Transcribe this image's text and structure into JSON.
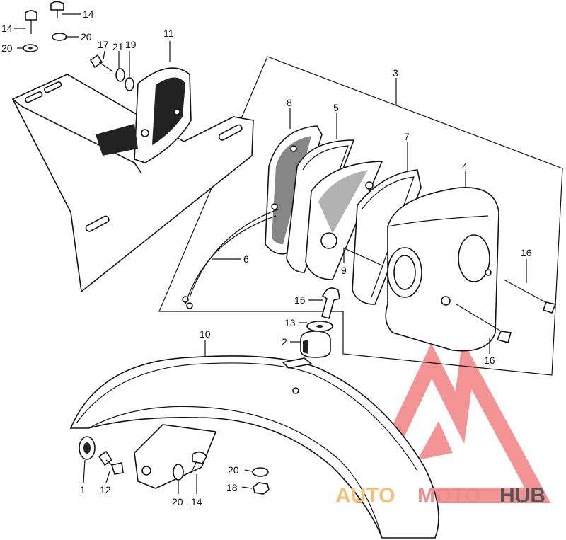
{
  "callouts": {
    "c1": "1",
    "c2": "2",
    "c3": "3",
    "c4": "4",
    "c5": "5",
    "c6": "6",
    "c7": "7",
    "c8": "8",
    "c9": "9",
    "c10": "10",
    "c11": "11",
    "c12": "12",
    "c13": "13",
    "c14_a": "14",
    "c14_b": "14",
    "c14_c": "14",
    "c15": "15",
    "c16_a": "16",
    "c16_b": "16",
    "c17": "17",
    "c18": "18",
    "c19": "19",
    "c20_a": "20",
    "c20_b": "20",
    "c20_c": "20",
    "c20_d": "20",
    "c21": "21"
  },
  "watermark": {
    "part1": "AUTO",
    "part2": "MOTO",
    "part3": "HUB",
    "colors": {
      "auto": "#f0c27a",
      "moto": "#ef8d8d",
      "hub": "#555555",
      "logo": "#f07070"
    }
  }
}
